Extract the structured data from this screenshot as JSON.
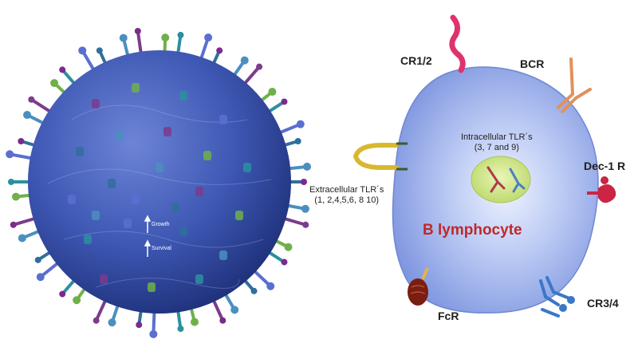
{
  "virus": {
    "annotations": [
      "Growth",
      "Survival"
    ]
  },
  "cell": {
    "title": "B lymphocyte",
    "receptors": {
      "cr12": "CR1/2",
      "bcr": "BCR",
      "dec1r": "Dec-1 R",
      "cr34": "CR3/4",
      "fcr": "FcR",
      "extracellular_tlr": {
        "line1": "Extracellular TLR´s",
        "line2": "(1, 2,4,5,6, 8 10)"
      },
      "intracellular_tlr": {
        "line1": "Intracellular TLR´s",
        "line2": "(3, 7 and 9)"
      }
    }
  },
  "colors": {
    "cell_fill": "#8fa6e6",
    "cell_glow": "#eef2ff",
    "virus_core": "#3e58b4",
    "cr12": "#e0326f",
    "bcr": "#e0925a",
    "dec1r": "#cc2444",
    "tlr_ext": "#d8b82e",
    "cr34": "#3a78c8",
    "fcr": "#7a1e12",
    "nucleus": "#cfe68a",
    "title": "#c0282a"
  }
}
